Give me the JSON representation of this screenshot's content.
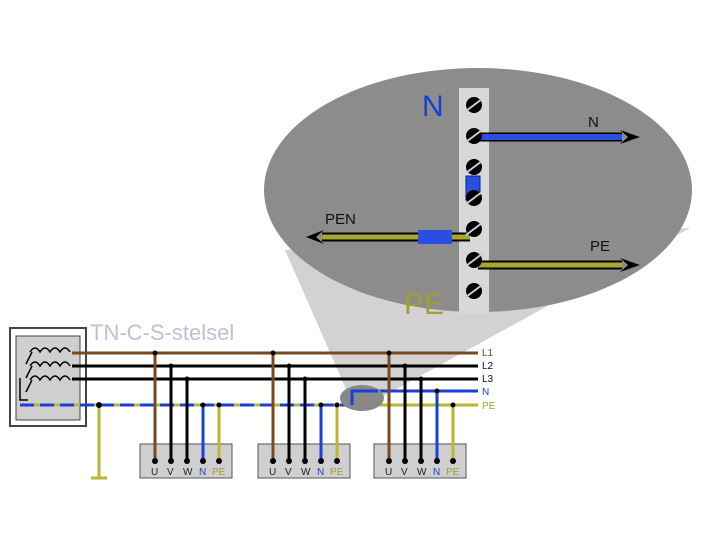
{
  "title": "TN-C-S-stelsel",
  "zoom": {
    "label_N_big": "N",
    "label_N": "N",
    "label_PEN": "PEN",
    "label_PE": "PE",
    "label_PE_big": "PE"
  },
  "bus": {
    "labels": [
      "L1",
      "L2",
      "L3",
      "N",
      "PE"
    ]
  },
  "loads": [
    {
      "terminals": [
        "U",
        "V",
        "W",
        "N",
        "PE"
      ]
    },
    {
      "terminals": [
        "U",
        "V",
        "W",
        "N",
        "PE"
      ]
    },
    {
      "terminals": [
        "U",
        "V",
        "W",
        "N",
        "PE"
      ]
    }
  ],
  "colors": {
    "L1": "#7a4a1e",
    "L2": "#000000",
    "L3": "#333333",
    "N": "#1a3fd6",
    "PE": "#b8b832",
    "zoom_gray": "#8a8a8a",
    "beam_gray": "#cfcfcf",
    "title": "#c8c8d8",
    "blue_text": "#1a3fd6",
    "olive_text": "#a0a030"
  }
}
